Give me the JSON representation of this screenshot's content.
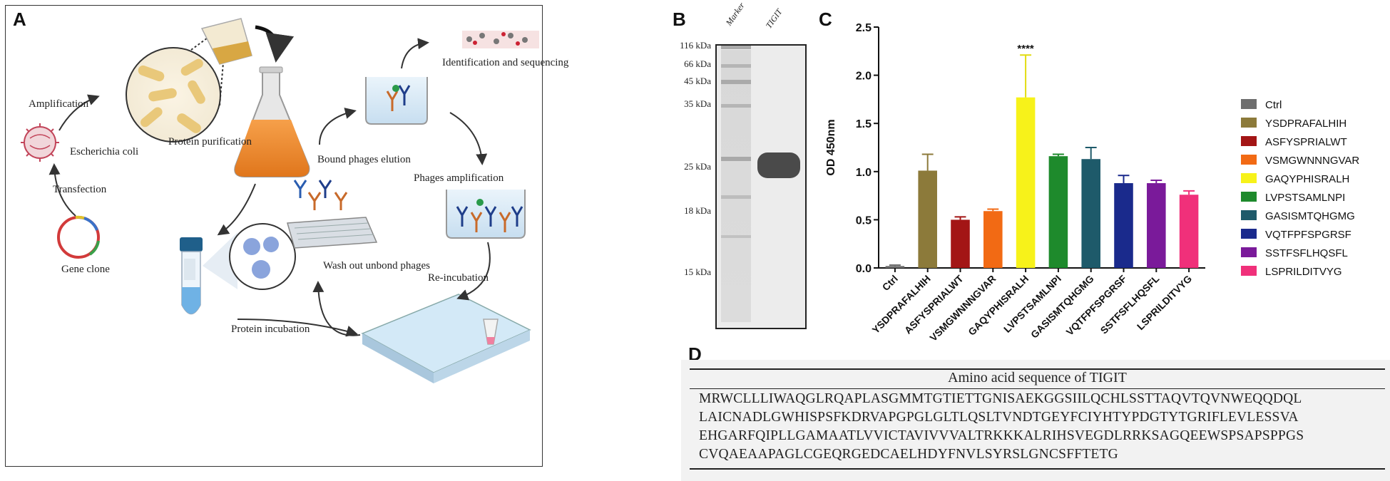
{
  "panels": {
    "a": "A",
    "b": "B",
    "c": "C",
    "d": "D"
  },
  "workflow": {
    "amplification": "Amplification",
    "ecoli": "Escherichia coli",
    "transfection": "Transfection",
    "gene_clone": "Gene clone",
    "protein_purification": "Protein purification",
    "protein_incubation": "Protein incubation",
    "wash_out": "Wash out unbond phages",
    "bound_elution": "Bound phages elution",
    "identification": "Identification and sequencing",
    "phages_amplification": "Phages amplification",
    "re_incubation": "Re-incubation"
  },
  "gel": {
    "lane_marker": "Marker",
    "lane_tigit": "TIGIT",
    "markers": [
      "116 kDa",
      "66 kDa",
      "45 kDa",
      "35 kDa",
      "25 kDa",
      "18 kDa",
      "15 kDa"
    ]
  },
  "chart_data": {
    "type": "bar",
    "ylabel": "OD 450nm",
    "ylim": [
      0,
      2.5
    ],
    "yticks": [
      "0.0",
      "0.5",
      "1.0",
      "1.5",
      "2.0",
      "2.5"
    ],
    "categories": [
      "Ctrl",
      "YSDPRAFALHIH",
      "ASFYSPRIALWT",
      "VSMGWNNNGVAR",
      "GAQYPHISRALH",
      "LVPSTSAMLNPI",
      "GASISMTQHGMG",
      "VQTFPFSPGRSF",
      "SSTFSFLHQSFL",
      "LSPRILDITVYG"
    ],
    "values": [
      0.02,
      1.01,
      0.5,
      0.59,
      1.77,
      1.16,
      1.13,
      0.88,
      0.88,
      0.76
    ],
    "errors": [
      0.01,
      0.17,
      0.03,
      0.02,
      0.44,
      0.02,
      0.12,
      0.08,
      0.03,
      0.04
    ],
    "colors": [
      "#6e6e6e",
      "#8c7a3a",
      "#a31515",
      "#f26a14",
      "#f7f21a",
      "#1e8a2c",
      "#1e5a6a",
      "#1a2a8c",
      "#7a1a9a",
      "#f0307a"
    ],
    "significance": {
      "index": 4,
      "label": "****"
    },
    "legend": [
      "Ctrl",
      "YSDPRAFALHIH",
      "ASFYSPRIALWT",
      "VSMGWNNNGVAR",
      "GAQYPHISRALH",
      "LVPSTSAMLNPI",
      "GASISMTQHGMG",
      "VQTFPFSPGRSF",
      "SSTFSFLHQSFL",
      "LSPRILDITVYG"
    ],
    "legend_position": "right"
  },
  "sequence": {
    "header": "Amino acid sequence of TIGIT",
    "lines": [
      "MRWCLLLIWAQGLRQAPLASGMMTGTIETTGNISAEKGGSIILQCHLSSTTAQVTQVNWEQQDQL",
      "LAICNADLGWHISPSFKDRVAPGPGLGLTLQSLTVNDTGEYFCIYHTYPDGTYTGRIFLEVLESSVA",
      "EHGARFQIPLLGAMAATLVVICTAVIVVVALTRKKKALRIHSVEGDLRRKSAGQEEWSPSAPSPPGS",
      "CVQAEAAPAGLCGEQRGEDCAELHDYFNVLSYRSLGNCSFFTETG"
    ]
  }
}
